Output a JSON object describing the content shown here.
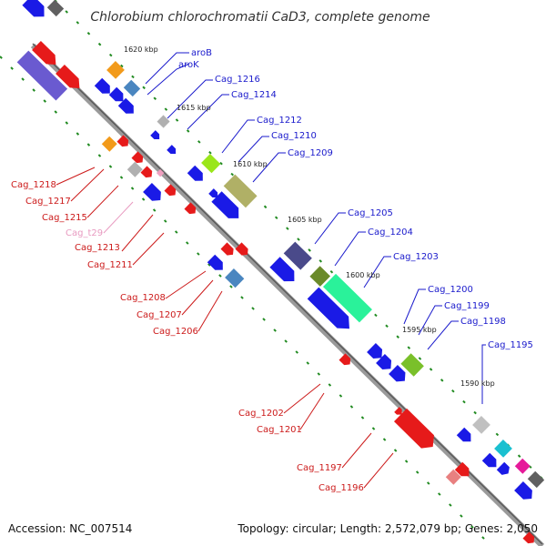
{
  "title": "Chlorobium chlorochromatii CaD3, complete genome",
  "footer": {
    "accession": "Accession: NC_007514",
    "summary": "Topology: circular; Length: 2,572,079 bp; Genes: 2,050"
  },
  "scale_labels": [
    "1620 kbp",
    "1615 kbp",
    "1610 kbp",
    "1605 kbp",
    "1600 kbp",
    "1595 kbp",
    "1590 kbp"
  ],
  "upper_labels": [
    "aroK",
    "aroB",
    "Cag_1216",
    "Cag_1214",
    "Cag_1212",
    "Cag_1210",
    "Cag_1209",
    "Cag_1205",
    "Cag_1204",
    "Cag_1203",
    "Cag_1200",
    "Cag_1199",
    "Cag_1198",
    "Cag_1195"
  ],
  "lower_labels": [
    "Cag_1218",
    "Cag_1217",
    "Cag_1215",
    "Cag_t29",
    "Cag_1213",
    "Cag_1211",
    "Cag_1208",
    "Cag_1207",
    "Cag_1206",
    "Cag_1202",
    "Cag_1201",
    "Cag_1197",
    "Cag_1196"
  ],
  "colors": {
    "backbone": "#7a7a7a",
    "forward_label": "#1a1acc",
    "reverse_label": "#cc1a1a",
    "trna_label": "#e89ac0",
    "tick": "#228b22",
    "gene_blue": "#1a1ae6",
    "gene_red": "#e61a1a",
    "gene_orange": "#f29a1a",
    "gene_steel": "#4a86c0",
    "gene_gray": "#b0b0b0",
    "gene_lime": "#9ae61a",
    "gene_olive": "#b0b066",
    "gene_slate": "#4a4a8a",
    "gene_mossy": "#6a8a2a",
    "gene_mint": "#2af29a",
    "gene_green": "#7ac02a",
    "gene_cyan": "#1ac0d0",
    "gene_magenta": "#e61a9a",
    "gene_pink": "#e88080",
    "gene_violet": "#6a5ad0"
  }
}
